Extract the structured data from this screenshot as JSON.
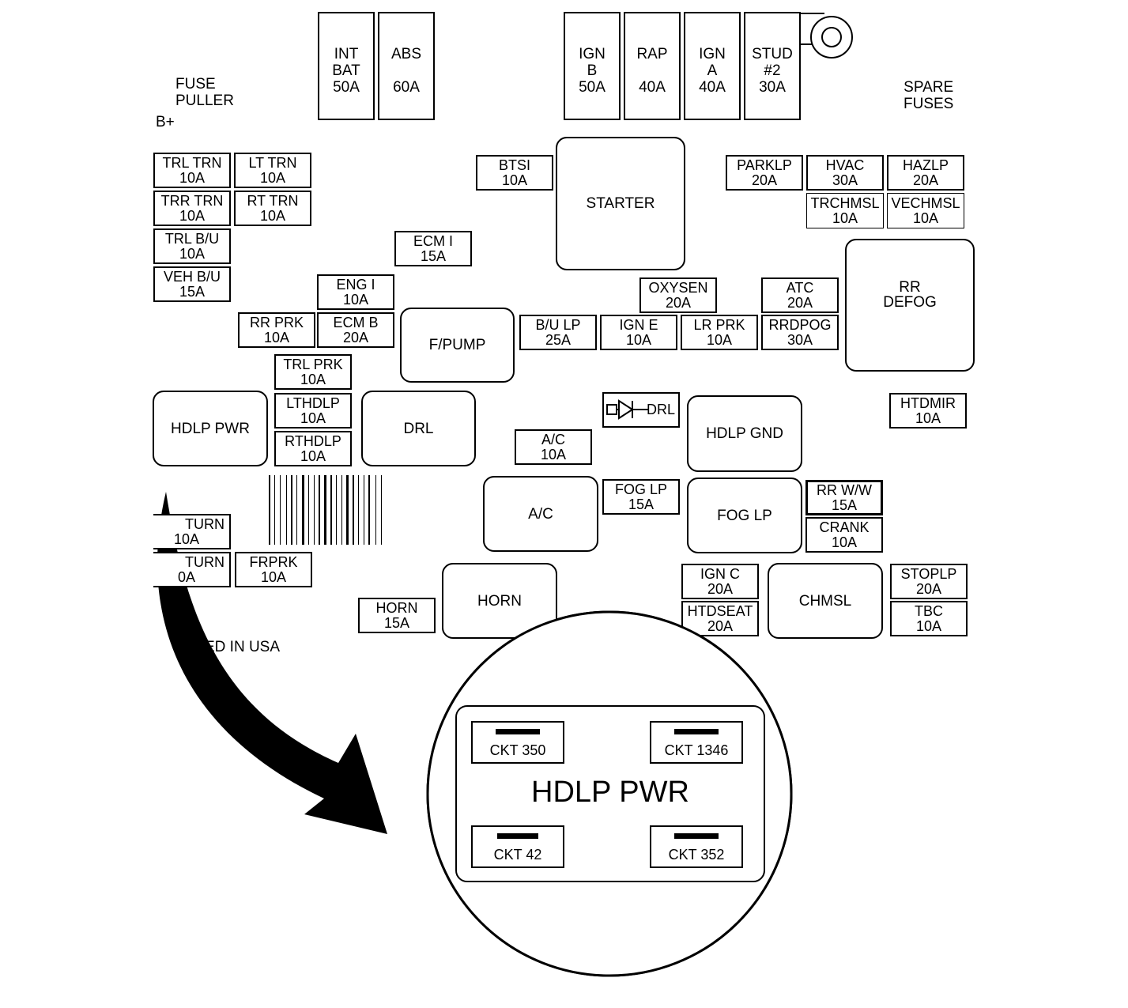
{
  "maxi_fuses": [
    {
      "id": "int-bat",
      "lines": [
        "INT",
        "BAT",
        "50A"
      ]
    },
    {
      "id": "abs",
      "lines": [
        "ABS",
        "",
        "60A"
      ]
    },
    {
      "id": "ign-b",
      "lines": [
        "IGN",
        "B",
        "50A"
      ]
    },
    {
      "id": "rap",
      "lines": [
        "RAP",
        "",
        "40A"
      ]
    },
    {
      "id": "ign-a",
      "lines": [
        "IGN",
        "A",
        "40A"
      ]
    },
    {
      "id": "stud2",
      "lines": [
        "STUD",
        "#2",
        "30A"
      ]
    }
  ],
  "labels": {
    "fuse_puller": [
      "FUSE",
      "PULLER"
    ],
    "b_plus": "B+",
    "spare_fuses": [
      "SPARE",
      "FUSES"
    ],
    "made_in_usa": "ED IN USA"
  },
  "mini_fuses": [
    {
      "id": "trl-trn",
      "lines": [
        "TRL TRN",
        "10A"
      ]
    },
    {
      "id": "lt-trn",
      "lines": [
        "LT TRN",
        "10A"
      ]
    },
    {
      "id": "trr-trn",
      "lines": [
        "TRR TRN",
        "10A"
      ]
    },
    {
      "id": "rt-trn",
      "lines": [
        "RT TRN",
        "10A"
      ]
    },
    {
      "id": "trl-bu",
      "lines": [
        "TRL B/U",
        "10A"
      ]
    },
    {
      "id": "veh-bu",
      "lines": [
        "VEH B/U",
        "15A"
      ]
    },
    {
      "id": "btsi",
      "lines": [
        "BTSI",
        "10A"
      ]
    },
    {
      "id": "ecm-i",
      "lines": [
        "ECM I",
        "15A"
      ]
    },
    {
      "id": "eng-i",
      "lines": [
        "ENG I",
        "10A"
      ]
    },
    {
      "id": "rr-prk",
      "lines": [
        "RR PRK",
        "10A"
      ]
    },
    {
      "id": "ecm-b",
      "lines": [
        "ECM B",
        "20A"
      ]
    },
    {
      "id": "trl-prk",
      "lines": [
        "TRL PRK",
        "10A"
      ]
    },
    {
      "id": "lthdlp",
      "lines": [
        "LTHDLP",
        "10A"
      ]
    },
    {
      "id": "rthdlp",
      "lines": [
        "RTHDLP",
        "10A"
      ]
    },
    {
      "id": "parklp",
      "lines": [
        "PARKLP",
        "20A"
      ]
    },
    {
      "id": "hvac",
      "lines": [
        "HVAC",
        "30A"
      ]
    },
    {
      "id": "hazlp",
      "lines": [
        "HAZLP",
        "20A"
      ]
    },
    {
      "id": "trchmsl",
      "lines": [
        "TRCHMSL",
        "10A"
      ]
    },
    {
      "id": "vechmsl",
      "lines": [
        "VECHMSL",
        "10A"
      ]
    },
    {
      "id": "oxysen",
      "lines": [
        "OXYSEN",
        "20A"
      ]
    },
    {
      "id": "atc",
      "lines": [
        "ATC",
        "20A"
      ]
    },
    {
      "id": "bu-lp",
      "lines": [
        "B/U LP",
        "25A"
      ]
    },
    {
      "id": "ign-e",
      "lines": [
        "IGN E",
        "10A"
      ]
    },
    {
      "id": "lr-prk",
      "lines": [
        "LR PRK",
        "10A"
      ]
    },
    {
      "id": "rrdpog",
      "lines": [
        "RRDPOG",
        "30A"
      ]
    },
    {
      "id": "htdmir",
      "lines": [
        "HTDMIR",
        "10A"
      ]
    },
    {
      "id": "ac-fuse",
      "lines": [
        "A/C",
        "10A"
      ]
    },
    {
      "id": "fog-lp-fuse",
      "lines": [
        "FOG LP",
        "15A"
      ]
    },
    {
      "id": "rr-ww",
      "lines": [
        "RR W/W",
        "15A"
      ]
    },
    {
      "id": "crank",
      "lines": [
        "CRANK",
        "10A"
      ]
    },
    {
      "id": "turn-1",
      "lines": [
        "TURN",
        "10A"
      ]
    },
    {
      "id": "turn-2",
      "lines": [
        "TURN",
        "0A"
      ]
    },
    {
      "id": "frprk",
      "lines": [
        "FRPRK",
        "10A"
      ]
    },
    {
      "id": "horn-fuse",
      "lines": [
        "HORN",
        "15A"
      ]
    },
    {
      "id": "ign-c",
      "lines": [
        "IGN C",
        "20A"
      ]
    },
    {
      "id": "htdseat",
      "lines": [
        "HTDSEAT",
        "20A"
      ]
    },
    {
      "id": "stoplp",
      "lines": [
        "STOPLP",
        "20A"
      ]
    },
    {
      "id": "tbc",
      "lines": [
        "TBC",
        "10A"
      ]
    }
  ],
  "relays": [
    {
      "id": "starter",
      "lines": [
        "STARTER"
      ]
    },
    {
      "id": "rr-defog",
      "lines": [
        "RR",
        "DEFOG"
      ]
    },
    {
      "id": "f-pump",
      "lines": [
        "F/PUMP"
      ]
    },
    {
      "id": "hdlp-pwr",
      "lines": [
        "HDLP PWR"
      ]
    },
    {
      "id": "drl",
      "lines": [
        "DRL"
      ]
    },
    {
      "id": "hdlp-gnd",
      "lines": [
        "HDLP GND"
      ]
    },
    {
      "id": "ac-relay",
      "lines": [
        "A/C"
      ]
    },
    {
      "id": "fog-lp-relay",
      "lines": [
        "FOG LP"
      ]
    },
    {
      "id": "horn-relay",
      "lines": [
        "HORN"
      ]
    },
    {
      "id": "chmsl",
      "lines": [
        "CHMSL"
      ]
    }
  ],
  "diode": {
    "label": "DRL"
  },
  "zoom": {
    "title": "HDLP PWR",
    "circuits": [
      {
        "id": "ckt-350",
        "label": "CKT 350"
      },
      {
        "id": "ckt-1346",
        "label": "CKT 1346"
      },
      {
        "id": "ckt-42",
        "label": "CKT 42"
      },
      {
        "id": "ckt-352",
        "label": "CKT 352"
      }
    ]
  },
  "colors": {
    "ink": "#000000",
    "paper": "#ffffff"
  }
}
